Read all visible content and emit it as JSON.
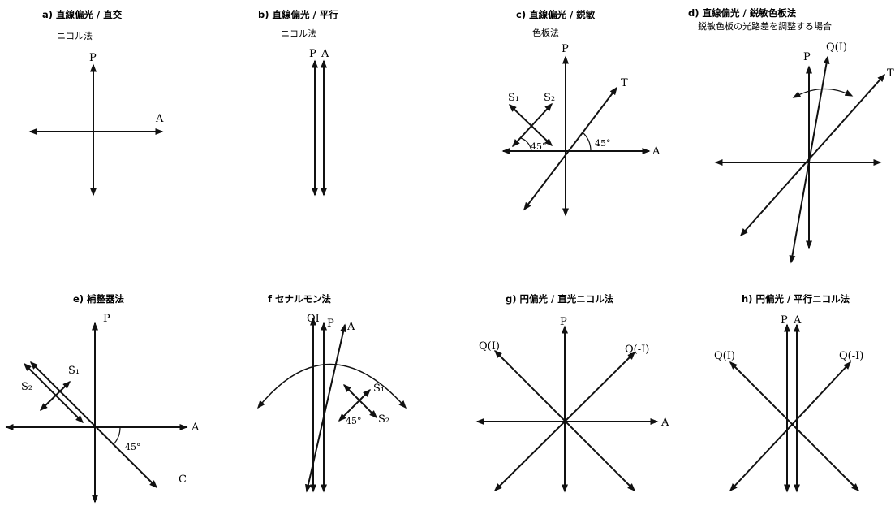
{
  "panels": {
    "a": {
      "title1": "a) 直線偏光 / 直交",
      "title2": "ニコル法",
      "P": "P",
      "A": "A"
    },
    "b": {
      "title1": "b) 直線偏光 / 平行",
      "title2": "ニコル法",
      "P": "P",
      "A": "A"
    },
    "c": {
      "title1": "c) 直線偏光 / 鋭敏",
      "title2": "色板法",
      "P": "P",
      "T": "T",
      "A": "A",
      "S1": "S₁",
      "S2": "S₂",
      "angle1": "45°",
      "angle2": "45°"
    },
    "d": {
      "title1": "d) 直線偏光 / 鋭敏色板法",
      "title2": "鋭敏色板の光路差を調整する場合",
      "P": "P",
      "Q": "Q(I)",
      "T": "T"
    },
    "e": {
      "title1": "e) 補整器法",
      "P": "P",
      "A": "A",
      "S1": "S₁",
      "S2": "S₂",
      "C": "C",
      "angle": "45°"
    },
    "f": {
      "title1": "f セナルモン法",
      "Q": "QI",
      "P": "P",
      "A": "A",
      "S1": "S₁",
      "S2": "S₂",
      "angle": "45°"
    },
    "g": {
      "title1": "g) 円偏光 / 直光ニコル法",
      "P": "P",
      "A": "A",
      "Qleft": "Q(I)",
      "Qright": "Q(-I)"
    },
    "h": {
      "title1": "h) 円偏光 / 平行ニコル法",
      "P": "P",
      "A": "A",
      "Qleft": "Q(I)",
      "Qright": "Q(-I)"
    }
  }
}
